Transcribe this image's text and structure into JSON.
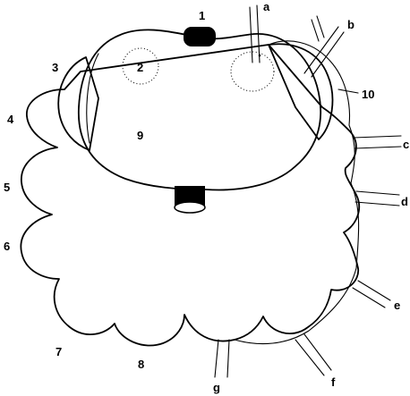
{
  "labels": {
    "n1": "1",
    "n2": "2",
    "n3": "3",
    "n4": "4",
    "n5": "5",
    "n6": "6",
    "n7": "7",
    "n8": "8",
    "n9": "9",
    "n10": "10",
    "a": "a",
    "b": "b",
    "c": "c",
    "d": "d",
    "e": "e",
    "f": "f",
    "g": "g"
  },
  "colors": {
    "ink": "#000000",
    "paper": "#ffffff"
  }
}
